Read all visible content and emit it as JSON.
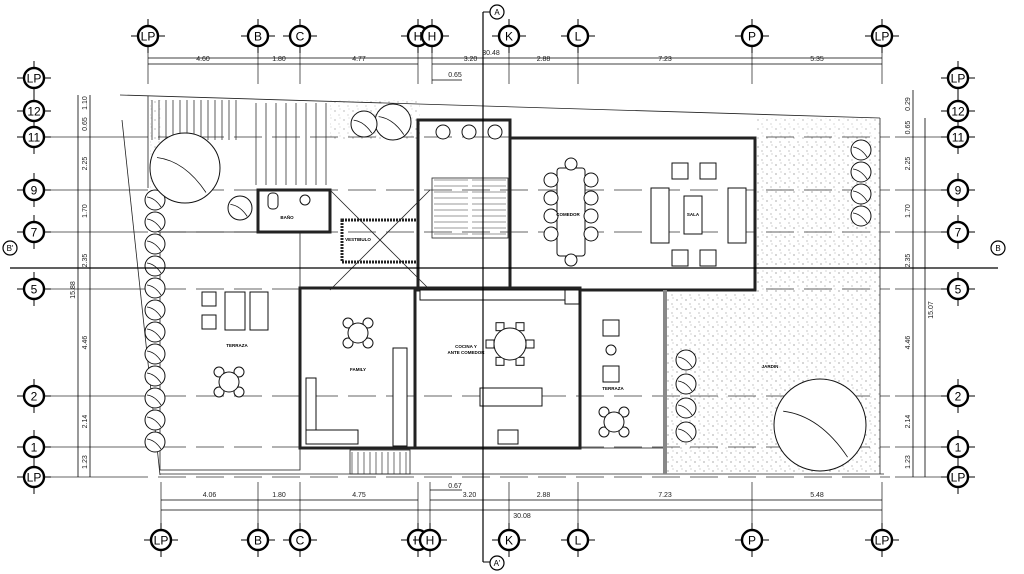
{
  "title": "Planta arquitectónica",
  "axes": {
    "top": [
      "LP",
      "B",
      "C",
      "H",
      "H",
      "K",
      "L",
      "P",
      "LP"
    ],
    "bottom": [
      "LP",
      "B",
      "C",
      "H",
      "H",
      "K",
      "L",
      "P",
      "LP"
    ],
    "left": [
      "LP",
      "12",
      "11",
      "9",
      "7",
      "5",
      "2",
      "1",
      "LP"
    ],
    "right": [
      "LP",
      "12",
      "11",
      "9",
      "7",
      "5",
      "2",
      "1",
      "LP"
    ]
  },
  "dimensions": {
    "top": [
      "4.60",
      "1.80",
      "4.77",
      "3.20",
      "2.88",
      "7.23",
      "5.35"
    ],
    "top_total": "30.48",
    "top_offset": "0.65",
    "bottom": [
      "4.06",
      "1.80",
      "4.75",
      "3.20",
      "2.88",
      "7.23",
      "5.48"
    ],
    "bottom_total": "30.08",
    "bottom_offset": "0.67",
    "left": [
      "1.10",
      "0.65",
      "2.25",
      "1.70",
      "2.35",
      "4.46",
      "2.14",
      "1.23"
    ],
    "left_total": "15.88",
    "right": [
      "0.29",
      "0.65",
      "2.25",
      "1.70",
      "2.35",
      "4.46",
      "2.14",
      "1.23"
    ],
    "right_total": "15.07"
  },
  "sections": {
    "top": "A",
    "bottom": "A'",
    "left": "B'",
    "right": "B"
  },
  "rooms": {
    "bano": "BAÑO",
    "vestibulo": "VESTIBULO",
    "comedor": "COMEDOR",
    "sala": "SALA",
    "terraza_left": "TERRAZA",
    "family": "FAMILY",
    "cocina_1": "COCINA Y",
    "cocina_2": "ANTE COMEDOR",
    "terraza_right": "TERRAZA",
    "jardin": "JARDIN"
  }
}
